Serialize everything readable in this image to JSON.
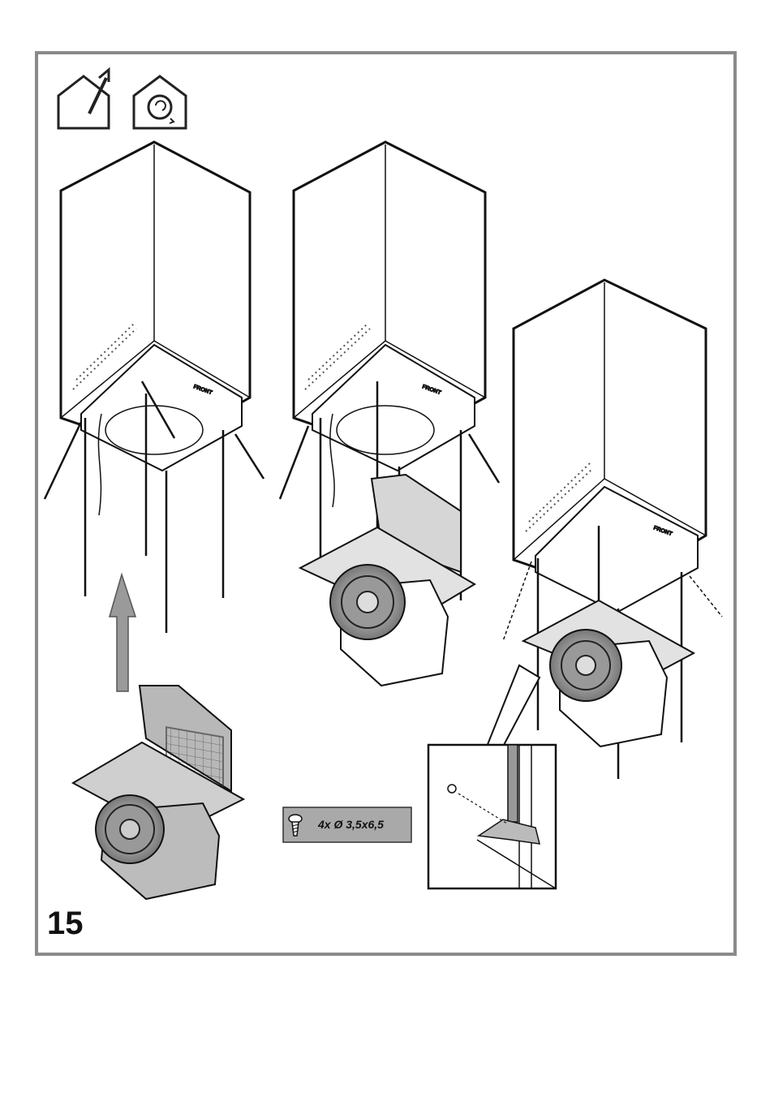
{
  "figure": {
    "step_number": "15",
    "front_label": "FRONT",
    "screw_spec": "4x Ø 3,5x6,5",
    "icons": [
      "ducted-outlet-icon",
      "recirculation-icon"
    ],
    "colors": {
      "frame": "#8a8a8a",
      "arrow": "#9a9a9a",
      "panel_fill": "#b8b8b8",
      "screw_box": "#a9a9a9",
      "line": "#111111"
    }
  }
}
